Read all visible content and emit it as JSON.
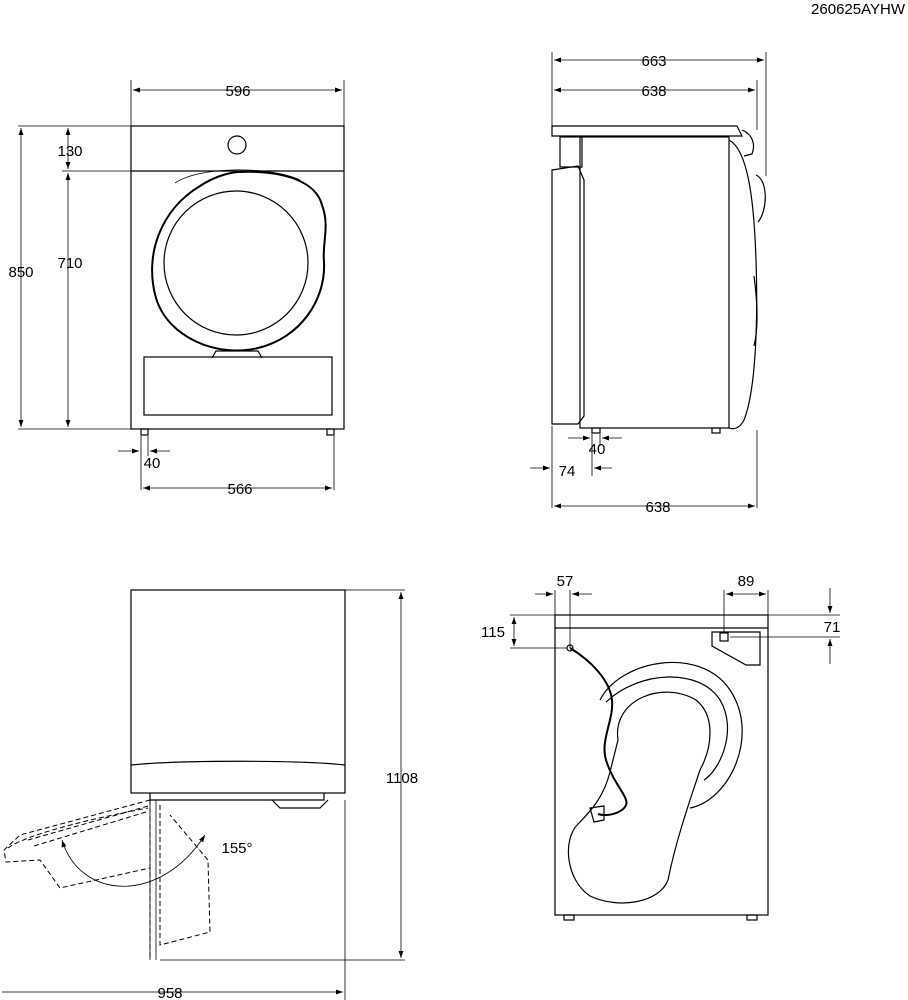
{
  "doc_code": "260625AYHW",
  "front_view": {
    "width_total": "596",
    "height_top_panel": "130",
    "height_body": "710",
    "height_total": "850",
    "foot_offset": "40",
    "foot_span": "566"
  },
  "side_view": {
    "depth_total": "663",
    "depth_body": "638",
    "foot_offset": "40",
    "foot_setback": "74",
    "depth_base": "638"
  },
  "top_view": {
    "depth_door_open": "1108",
    "width_door_open": "958",
    "door_angle": "155°"
  },
  "rear_view": {
    "hose_offset_x": "57",
    "hose_offset_y": "115",
    "inlet_offset_x": "89",
    "inlet_offset_y": "71"
  }
}
